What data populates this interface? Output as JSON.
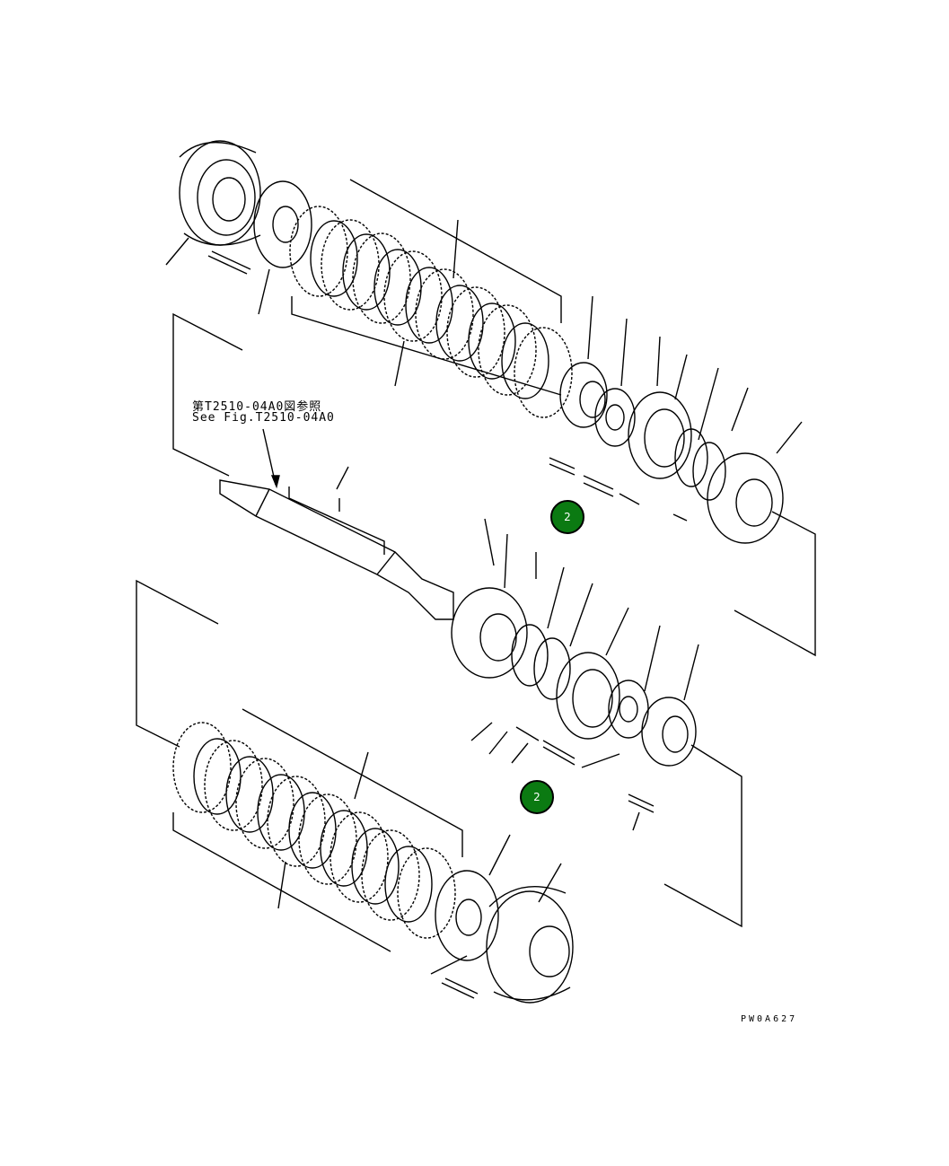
{
  "figure": {
    "reference_jp": "第T2510-04A0図参照",
    "reference_en": "See Fig.T2510-04A0",
    "figure_code": "PW0A627"
  },
  "callouts": [
    {
      "label": "2"
    },
    {
      "label": "2"
    }
  ],
  "colors": {
    "callout_fill": "#0b7a12",
    "line": "#000000",
    "background": "#ffffff"
  }
}
